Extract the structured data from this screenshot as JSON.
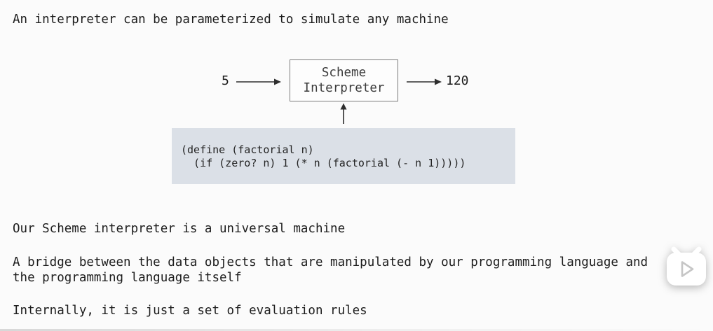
{
  "heading": {
    "text": "An interpreter can be parameterized to simulate any machine"
  },
  "diagram": {
    "input_value": "5",
    "box_lines": [
      "Scheme",
      "Interpreter"
    ],
    "output_value": "120",
    "arrow_icons": [
      "arrow-right-icon",
      "arrow-right-icon",
      "arrow-up-icon"
    ]
  },
  "code_block": {
    "lines": [
      "(define (factorial n)",
      "  (if (zero? n) 1 (* n (factorial (- n 1)))))"
    ]
  },
  "body": {
    "paragraphs": [
      {
        "lines": [
          "Our Scheme interpreter is a universal machine"
        ]
      },
      {
        "lines": [
          "A bridge between the data objects that are manipulated by our programming language and",
          "the programming language itself"
        ]
      },
      {
        "lines": [
          "Internally, it is just a set of evaluation rules"
        ]
      }
    ]
  },
  "overlay": {
    "play_button_icon": "tv-play-icon"
  },
  "colors": {
    "page_bg": "#fbfbfb",
    "text": "#1c1c1c",
    "box_border": "#7b7b7b",
    "box_text": "#3b3b3b",
    "code_block_bg": "#dbe0e7",
    "arrow": "#2e2e2e",
    "play_triangle_stroke": "#c6c6c6"
  }
}
